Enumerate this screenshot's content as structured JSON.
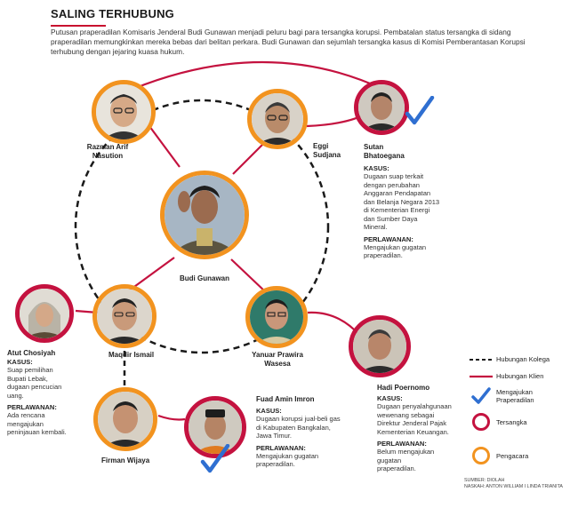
{
  "header": {
    "title": "SALING TERHUBUNG",
    "intro": "Putusan praperadilan Komisaris Jenderal Budi Gunawan menjadi peluru bagi para tersangka korupsi. Pembatalan status tersangka di sidang praperadilan memungkinkan mereka bebas dari belitan perkara. Budi Gunawan dan sejumlah tersangka kasus di Komisi Pemberantasan Korupsi terhubung dengan jejaring kuasa hukum."
  },
  "colors": {
    "red": "#c4123f",
    "orange": "#f2931f",
    "check": "#2f6fd1",
    "dash": "#1a1a1a"
  },
  "people": {
    "razman": {
      "name_line1": "Razman Arif",
      "name_line2": "Nasution"
    },
    "eggi": {
      "name_line1": "Eggi",
      "name_line2": "Sudjana"
    },
    "sutan": {
      "name_line1": "Sutan",
      "name_line2": "Bhatoegana",
      "kasus_label": "KASUS:",
      "kasus": "Dugaan suap terkait dengan perubahan Anggaran Pendapatan dan Belanja Negara 2013 di Kementerian Energi dan Sumber Daya Mineral.",
      "perlawanan_label": "PERLAWANAN:",
      "perlawanan": "Mengajukan gugatan praperadilan."
    },
    "budi": {
      "name": "Budi Gunawan"
    },
    "atut": {
      "name": "Atut Chosiyah",
      "kasus_label": "KASUS:",
      "kasus": "Suap pemilihan Bupati Lebak, dugaan pencucian uang.",
      "perlawanan_label": "PERLAWANAN:",
      "perlawanan": "Ada rencana mengajukan peninjauan kembali."
    },
    "maqdir": {
      "name": "Maqdir Ismail"
    },
    "yanuar": {
      "name_line1": "Yanuar Prawira",
      "name_line2": "Wasesa"
    },
    "hadi": {
      "name": "Hadi Poernomo",
      "kasus_label": "KASUS:",
      "kasus": "Dugaan penyalahgunaan wewenang sebagai Direktur Jenderal Pajak Kementerian Keuangan.",
      "perlawanan_label": "PERLAWANAN:",
      "perlawanan": "Belum mengajukan gugatan praperadilan."
    },
    "firman": {
      "name": "Firman Wijaya"
    },
    "fuad": {
      "name": "Fuad Amin Imron",
      "kasus_label": "KASUS:",
      "kasus": "Dugaan korupsi jual-beli gas di Kabupaten Bangkalan, Jawa Timur.",
      "perlawanan_label": "PERLAWANAN:",
      "perlawanan": "Mengajukan gugatan praperadilan."
    }
  },
  "legend": {
    "kolega": "Hubungan Kolega",
    "klien": "Hubungan Klien",
    "praperadilan": "Mengajukan Praperadilan",
    "tersangka": "Tersangka",
    "pengacara": "Pengacara"
  },
  "credit": {
    "line1": "SUMBER: DIOLAH",
    "line2": "NASKAH: ANTON WILLIAM I LINDA TRIANITA"
  }
}
